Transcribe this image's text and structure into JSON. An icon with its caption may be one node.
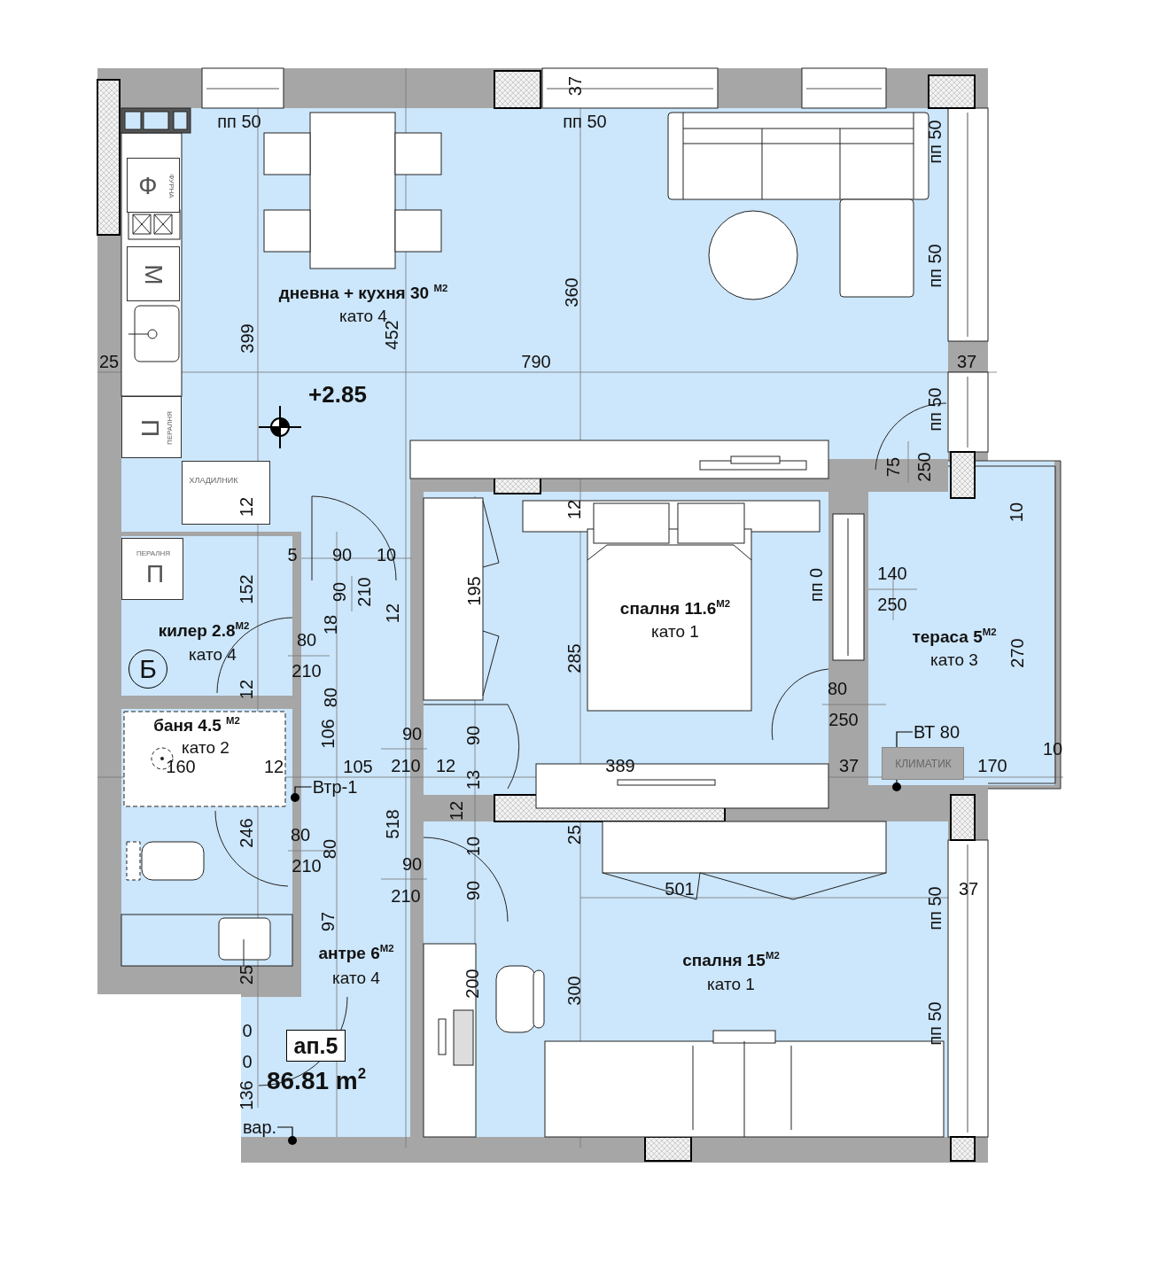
{
  "diagram": {
    "nodes": [
      {
        "text": [
          "дневна + кухня 30 $^{M2}$",
          "като 4"
        ]
      },
      {
        "text": [
          "Ф",
          "ФУРНА"
        ],
        "in": 0
      },
      {
        "text": [
          "М"
        ],
        "in": 0
      },
      {
        "text": [
          "П",
          "ПЕРАЛНЯ"
        ],
        "in": 0
      },
      {
        "text": [
          "ХЛАДИЛНИК"
        ],
        "in": 0
      },
      {
        "text": [
          "спалня 11.6$^{M2}$",
          "като 1"
        ]
      },
      {
        "text": [
          "тераса 5$^{M2}$",
          "като 3"
        ]
      },
      {
        "text": [
          "КЛИМАТИК"
        ],
        "in": 6
      },
      {
        "text": [
          "ВТ 80"
        ],
        "in": 6
      },
      {
        "text": [],
        "shape": "circle"
      },
      {
        "text": [
          "килер 2.8$^{M2}$",
          "като 4"
        ]
      },
      {
        "text": [
          "ПЕРАЛНЯ",
          "П"
        ],
        "in": 10
      },
      {
        "text": [
          "Б"
        ],
        "in": 10
      },
      {
        "text": [
          "баня 4.5 $^{M2}$",
          "като 2"
        ]
      },
      {
        "text": [
          "антре 6$^{M2}$",
          "като 4"
        ]
      },
      {
        "text": [
          "Втр-1"
        ],
        "in": 14
      },
      {
        "text": [],
        "shape": "circle"
      },
      {
        "text": [
          "спалня 15$^{M2}$",
          "като 1"
        ]
      },
      {
        "text": [
          "ап.5"
        ],
        "in": 14,
        "beside": [
          "86.81 m$^{2}$"
        ]
      },
      {
        "text": [
          "вар."
        ],
        "in": 14
      },
      {
        "text": [],
        "shape": "circle"
      }
    ],
    "edges": [
      {
        "from": 8,
        "to": 9,
        "arrow": "none"
      },
      {
        "from": 15,
        "to": 16,
        "arrow": "none"
      },
      {
        "from": 19,
        "to": 20,
        "arrow": "none"
      }
    ],
    "labels": [
      "37",
      "пп 50",
      "пп 50",
      "пп 50",
      "пп 50",
      "360",
      "399",
      "452",
      "25",
      "790",
      "37",
      "+2.85",
      "пп 50",
      "75",
      "250",
      "12",
      "12",
      "10",
      "5",
      "90",
      "10",
      "140",
      "152",
      "90",
      "210",
      "12",
      "195",
      "пп 0",
      "250",
      "18",
      "80",
      "285",
      "270",
      "210",
      "80",
      "12",
      "80",
      "250",
      "106",
      "90",
      "90",
      "10",
      "160",
      "12",
      "105",
      "210",
      "12",
      "389",
      "37",
      "170",
      "13",
      "246",
      "80",
      "210",
      "80",
      "518",
      "90",
      "12",
      "10",
      "25",
      "501",
      "37",
      "90",
      "210",
      "пп 50",
      "97",
      "25",
      "200",
      "300",
      "пп 50",
      "0",
      "0",
      "136"
    ]
  }
}
